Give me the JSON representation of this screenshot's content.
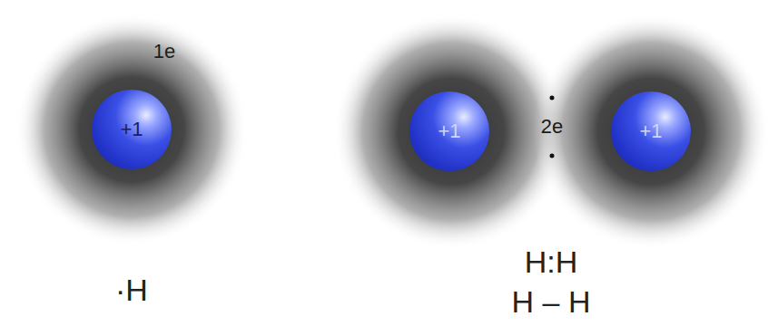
{
  "diagram": {
    "nodes": [
      {
        "text": [
          "+1"
        ]
      },
      {
        "text": [
          "+1"
        ]
      },
      {
        "text": [
          "+1"
        ]
      }
    ],
    "labels": [
      "1e",
      "2e",
      "·H",
      "H:H",
      "H – H"
    ]
  }
}
